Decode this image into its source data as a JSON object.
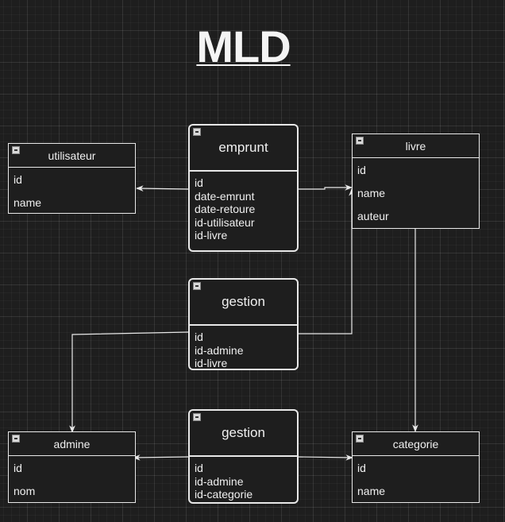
{
  "title": "MLD",
  "entities": {
    "utilisateur": {
      "name": "utilisateur",
      "fields": [
        "id",
        "name"
      ]
    },
    "livre": {
      "name": "livre",
      "fields": [
        "id",
        "name",
        "auteur"
      ]
    },
    "admine": {
      "name": "admine",
      "fields": [
        "id",
        "nom"
      ]
    },
    "categorie": {
      "name": "categorie",
      "fields": [
        "id",
        "name"
      ]
    }
  },
  "relations": {
    "emprunt": {
      "name": "emprunt",
      "fields": [
        "id",
        "date-emrunt",
        "date-retoure",
        "id-utilisateur",
        "id-livre"
      ]
    },
    "gestion_livre": {
      "name": "gestion",
      "fields": [
        "id",
        "id-admine",
        "id-livre"
      ]
    },
    "gestion_categorie": {
      "name": "gestion",
      "fields": [
        "id",
        "id-admine",
        "id-categorie"
      ]
    }
  },
  "colors": {
    "background": "#1e1e1e",
    "stroke": "#e8e8e8",
    "text": "#f0f0f0"
  }
}
